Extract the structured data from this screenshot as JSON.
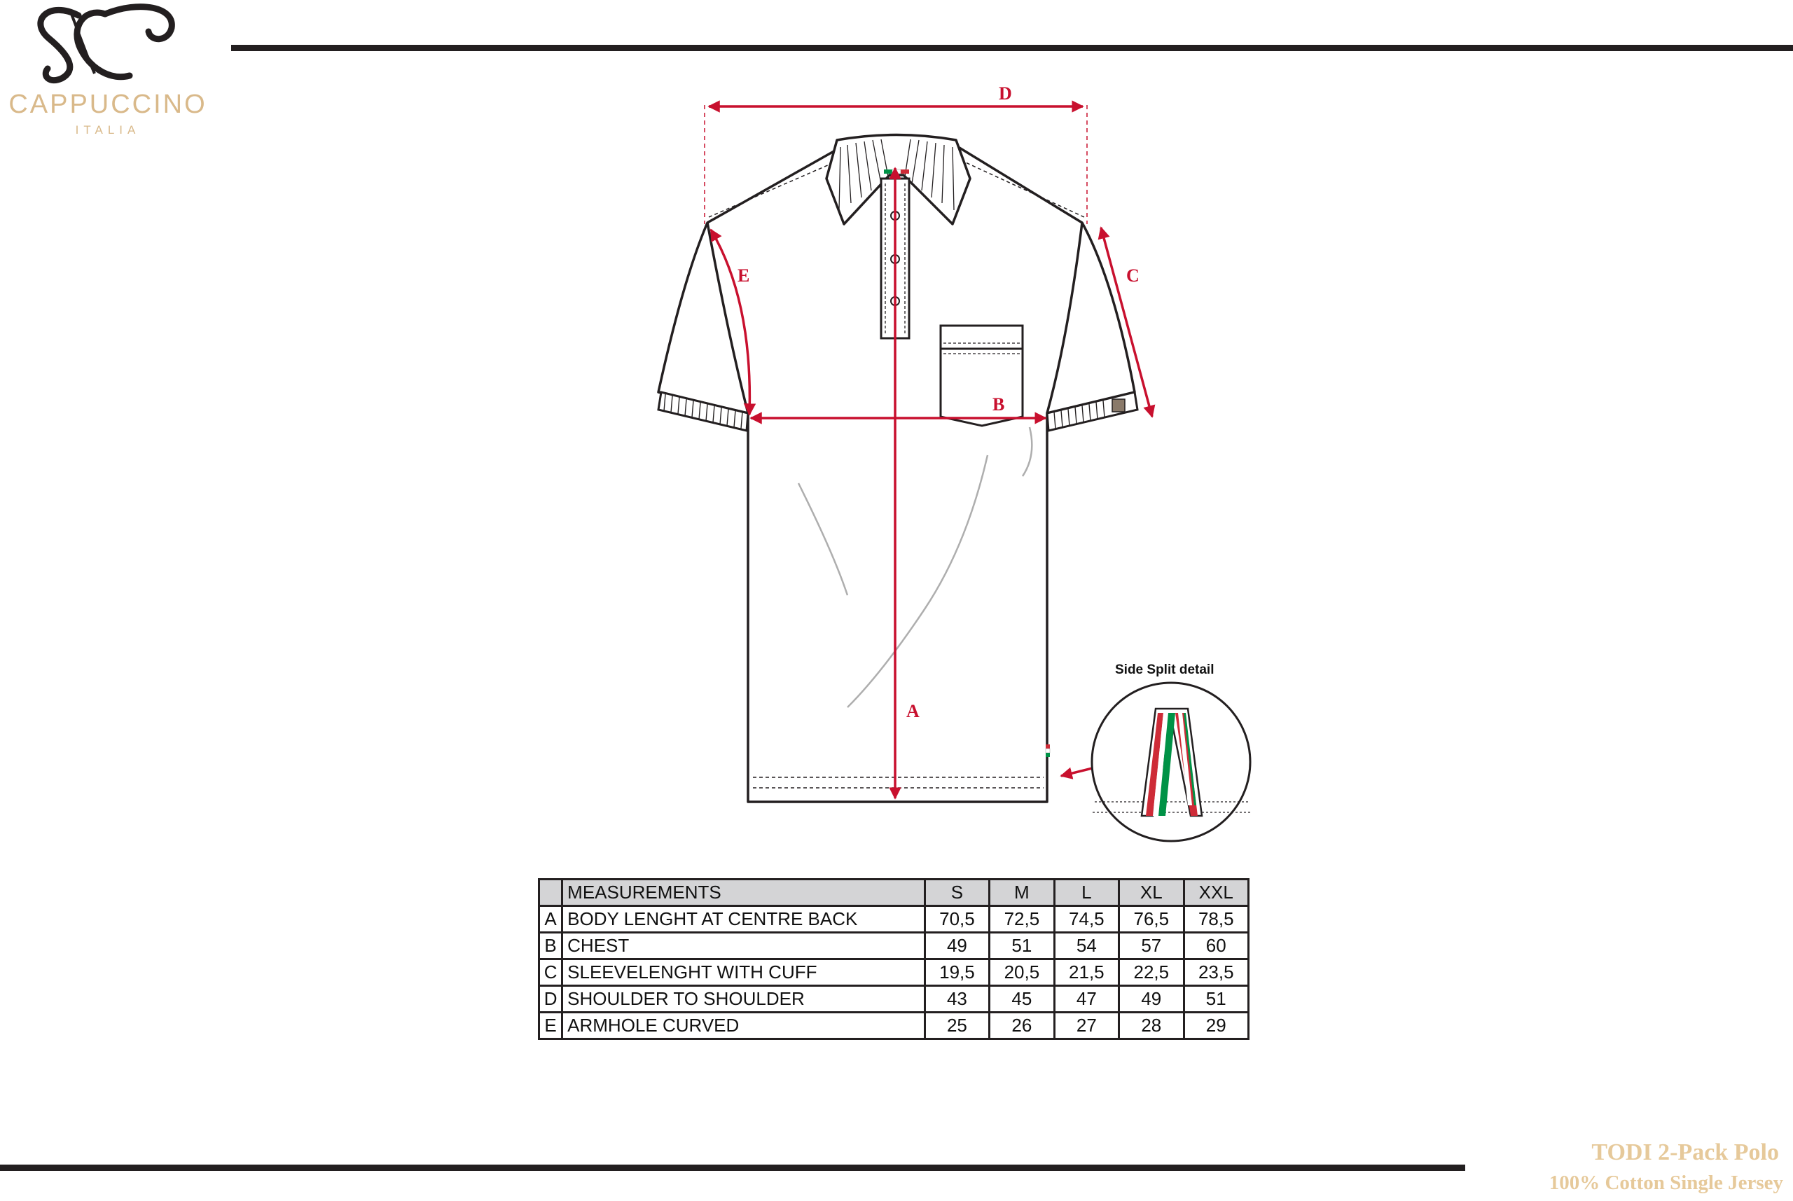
{
  "brand": {
    "name": "CAPPUCCINO",
    "subtitle": "ITALIA"
  },
  "diagram": {
    "labels": {
      "a": "A",
      "b": "B",
      "c": "C",
      "d": "D",
      "e": "E"
    },
    "detail_title": "Side Split detail"
  },
  "table": {
    "header": {
      "measurements": "MEASUREMENTS",
      "sizes": [
        "S",
        "M",
        "L",
        "XL",
        "XXL"
      ]
    },
    "rows": [
      {
        "letter": "A",
        "name": "BODY LENGHT AT CENTRE BACK",
        "values": [
          "70,5",
          "72,5",
          "74,5",
          "76,5",
          "78,5"
        ]
      },
      {
        "letter": "B",
        "name": "CHEST",
        "values": [
          "49",
          "51",
          "54",
          "57",
          "60"
        ]
      },
      {
        "letter": "C",
        "name": "SLEEVELENGHT WITH CUFF",
        "values": [
          "19,5",
          "20,5",
          "21,5",
          "22,5",
          "23,5"
        ]
      },
      {
        "letter": "D",
        "name": "SHOULDER TO SHOULDER",
        "values": [
          "43",
          "45",
          "47",
          "49",
          "51"
        ]
      },
      {
        "letter": "E",
        "name": "ARMHOLE CURVED",
        "values": [
          "25",
          "26",
          "27",
          "28",
          "29"
        ]
      }
    ]
  },
  "footer": {
    "title": "TODI 2-Pack Polo",
    "subtitle": "100% Cotton Single Jersey"
  },
  "colors": {
    "accent": "#c8102e",
    "brand_gold": "#d9b98a",
    "line": "#231f20",
    "flag_green": "#009246",
    "flag_red": "#ce2b37"
  }
}
